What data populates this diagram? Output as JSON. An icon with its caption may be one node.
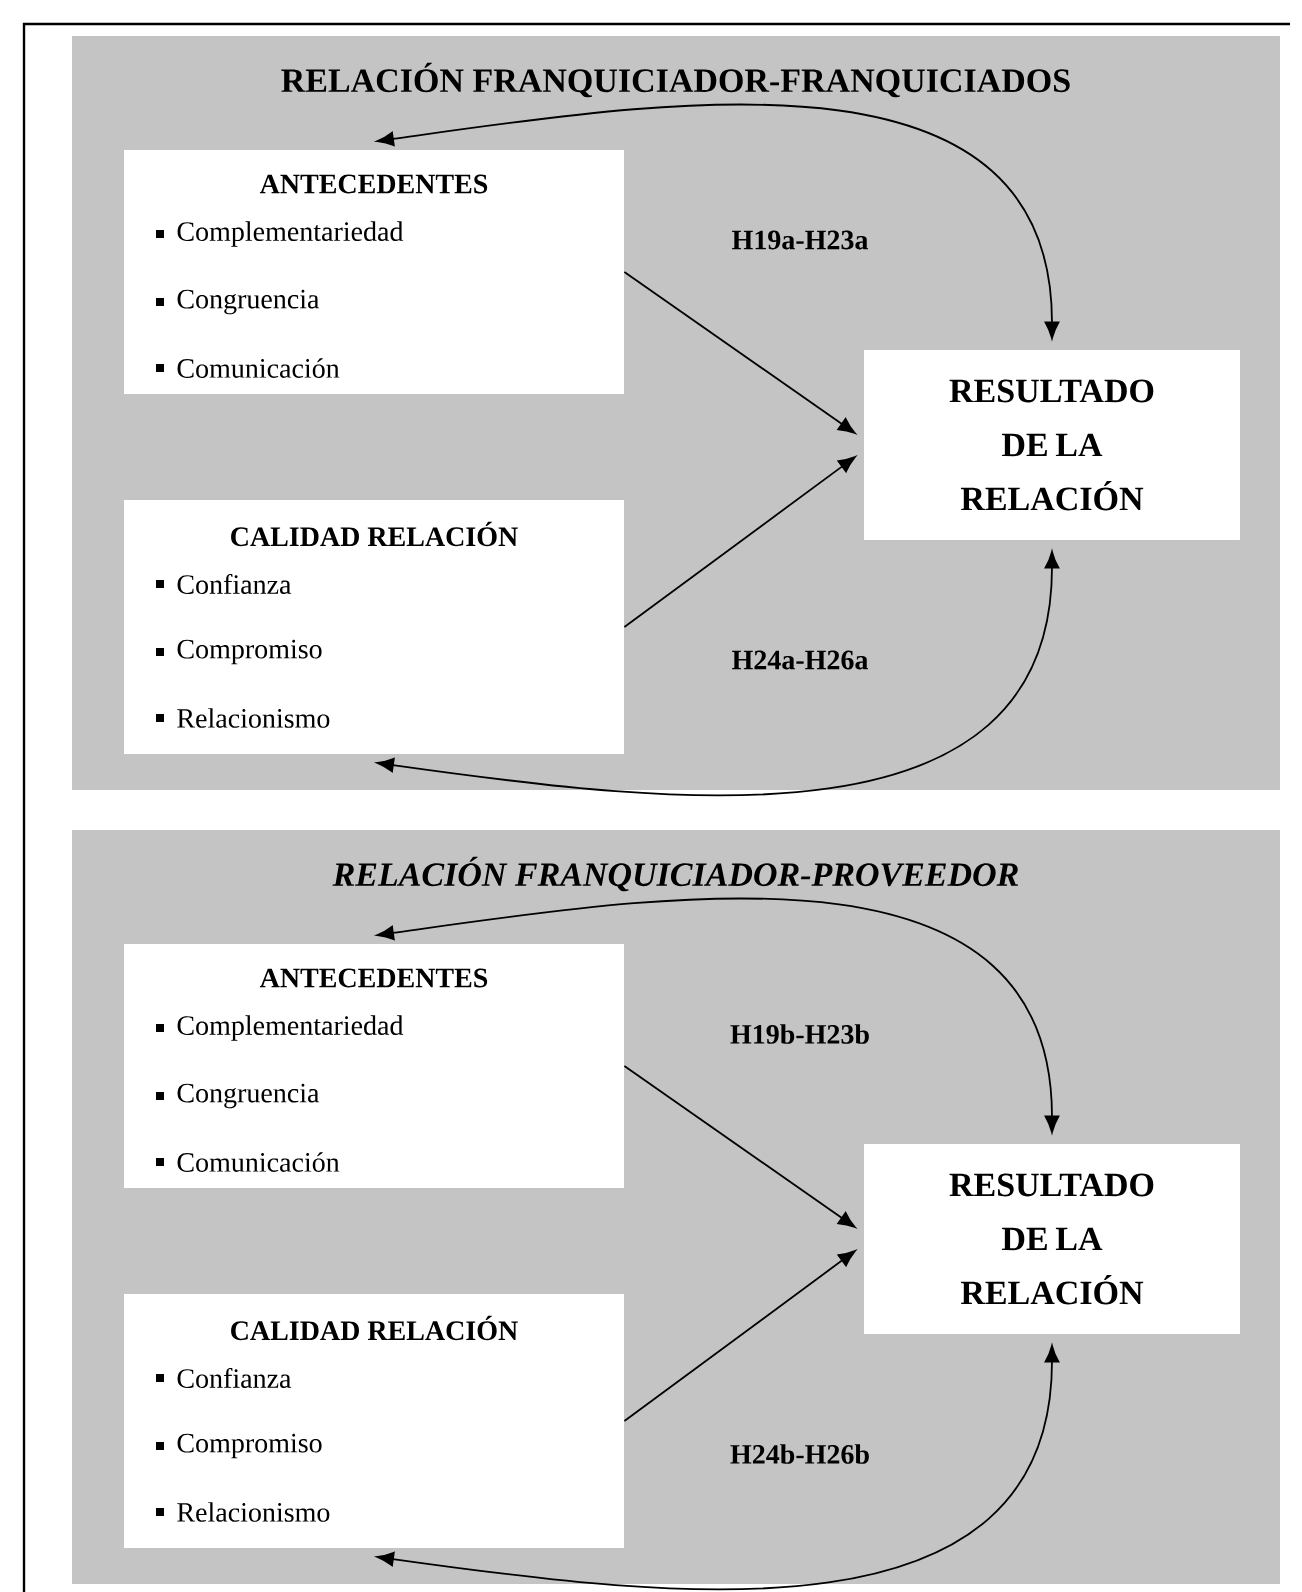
{
  "diagram": {
    "nodes": [
      {
        "text": [
          "RELACIÓN FRANQUICIADOR-FRANQUICIADOS"
        ]
      },
      {
        "text": [
          "ANTECEDENTES",
          "Complementariedad",
          "Congruencia",
          "Comunicación"
        ],
        "in": 0
      },
      {
        "text": [
          "CALIDAD RELACIÓN",
          "Confianza",
          "Compromiso",
          "Relacionismo"
        ],
        "in": 0
      },
      {
        "text": [
          "RESULTADO DE LA RELACIÓN"
        ],
        "in": 0
      },
      {
        "text": [
          "RELACIÓN FRANQUICIADOR-PROVEEDOR"
        ]
      },
      {
        "text": [
          "ANTECEDENTES",
          "Complementariedad",
          "Congruencia",
          "Comunicación"
        ],
        "in": 4
      },
      {
        "text": [
          "CALIDAD RELACIÓN",
          "Confianza",
          "Compromiso",
          "Relacionismo"
        ],
        "in": 4
      },
      {
        "text": [
          "RESULTADO DE LA RELACIÓN"
        ],
        "in": 4
      }
    ],
    "edges": [
      {
        "from": 1,
        "to": 3,
        "arrow": "to"
      },
      {
        "from": 2,
        "to": 3,
        "arrow": "to"
      },
      {
        "from": 1,
        "to": 3,
        "arrow": "both"
      },
      {
        "from": 2,
        "to": 3,
        "arrow": "both"
      },
      {
        "from": 5,
        "to": 7,
        "arrow": "to"
      },
      {
        "from": 6,
        "to": 7,
        "arrow": "to"
      },
      {
        "from": 5,
        "to": 7,
        "arrow": "both"
      },
      {
        "from": 6,
        "to": 7,
        "arrow": "both"
      }
    ],
    "labels": [
      "H19a-H23a",
      "H24a-H26a",
      "H19b-H23b",
      "H24b-H26b"
    ]
  }
}
